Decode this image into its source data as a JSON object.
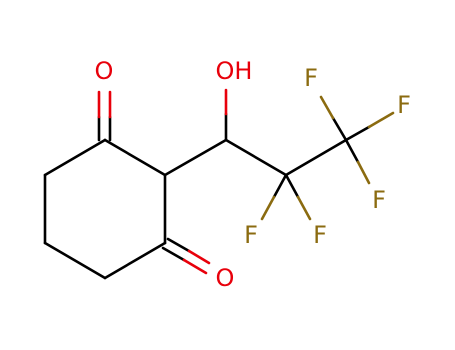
{
  "colors": {
    "carbon_bond": "#000000",
    "oxygen": "#e8000b",
    "fluorine": "#8b6b10"
  },
  "atoms": [
    {
      "id": "o1",
      "element": "O",
      "label": "O"
    },
    {
      "id": "o2",
      "element": "O",
      "label": "O"
    },
    {
      "id": "oh",
      "element": "O",
      "label": "OH"
    },
    {
      "id": "f1",
      "element": "F",
      "label": "F"
    },
    {
      "id": "f2",
      "element": "F",
      "label": "F"
    },
    {
      "id": "f3",
      "element": "F",
      "label": "F"
    },
    {
      "id": "f4",
      "element": "F",
      "label": "F"
    },
    {
      "id": "f5",
      "element": "F",
      "label": "F"
    }
  ]
}
